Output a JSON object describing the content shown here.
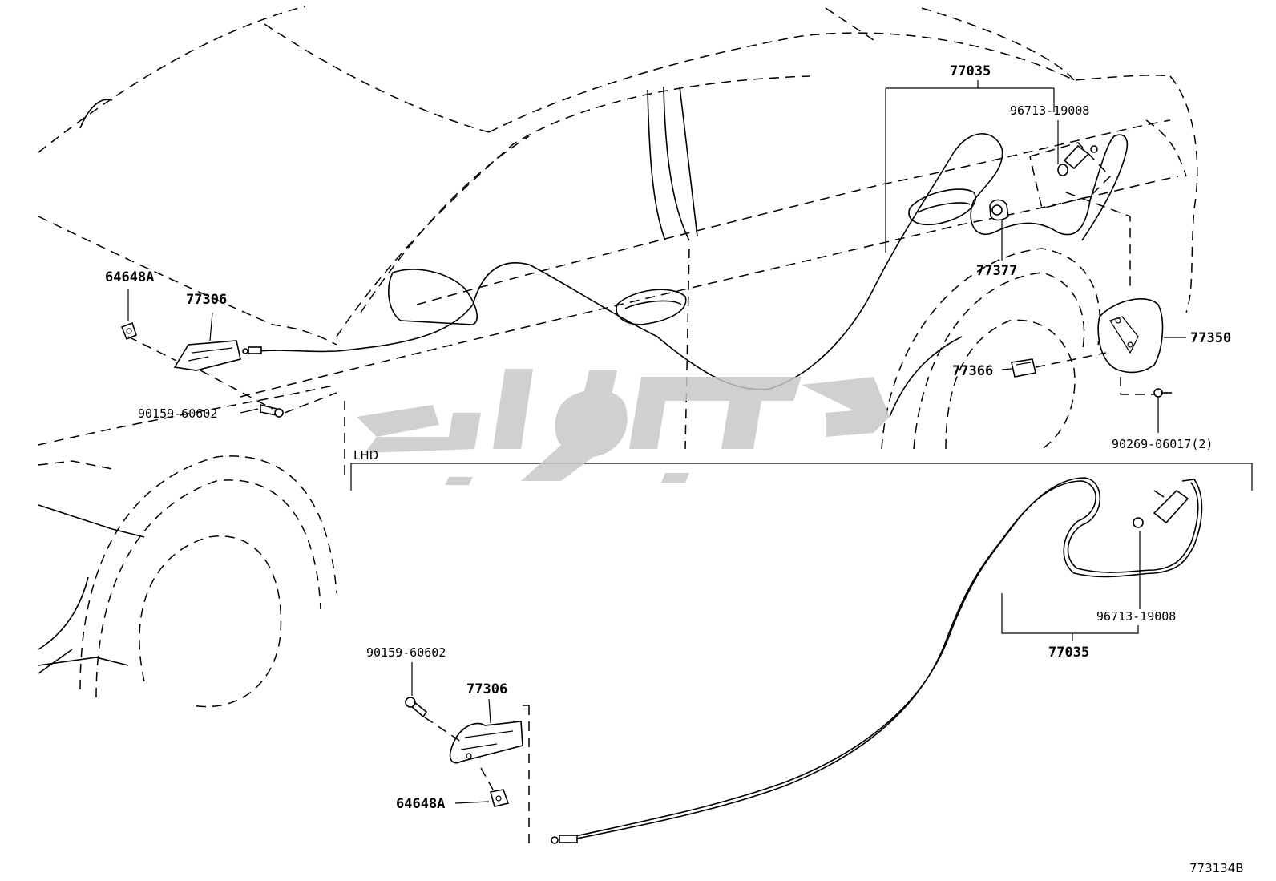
{
  "labels": {
    "p_64648A_top": "64648A",
    "p_77306_top": "77306",
    "p_90159_top": "90159-60602",
    "p_77035_top": "77035",
    "p_96713_top": "96713-19008",
    "p_77377": "77377",
    "p_77350": "77350",
    "p_77366": "77366",
    "p_90269": "90269-06017(2)",
    "lhd": "LHD",
    "p_96713_bottom": "96713-19008",
    "p_77035_bottom": "77035",
    "p_90159_bottom": "90159-60602",
    "p_77306_bottom": "77306",
    "p_64648A_bottom": "64648A",
    "diagram_code": "773134B"
  },
  "watermark": {
    "color": "#c8c8c8"
  }
}
